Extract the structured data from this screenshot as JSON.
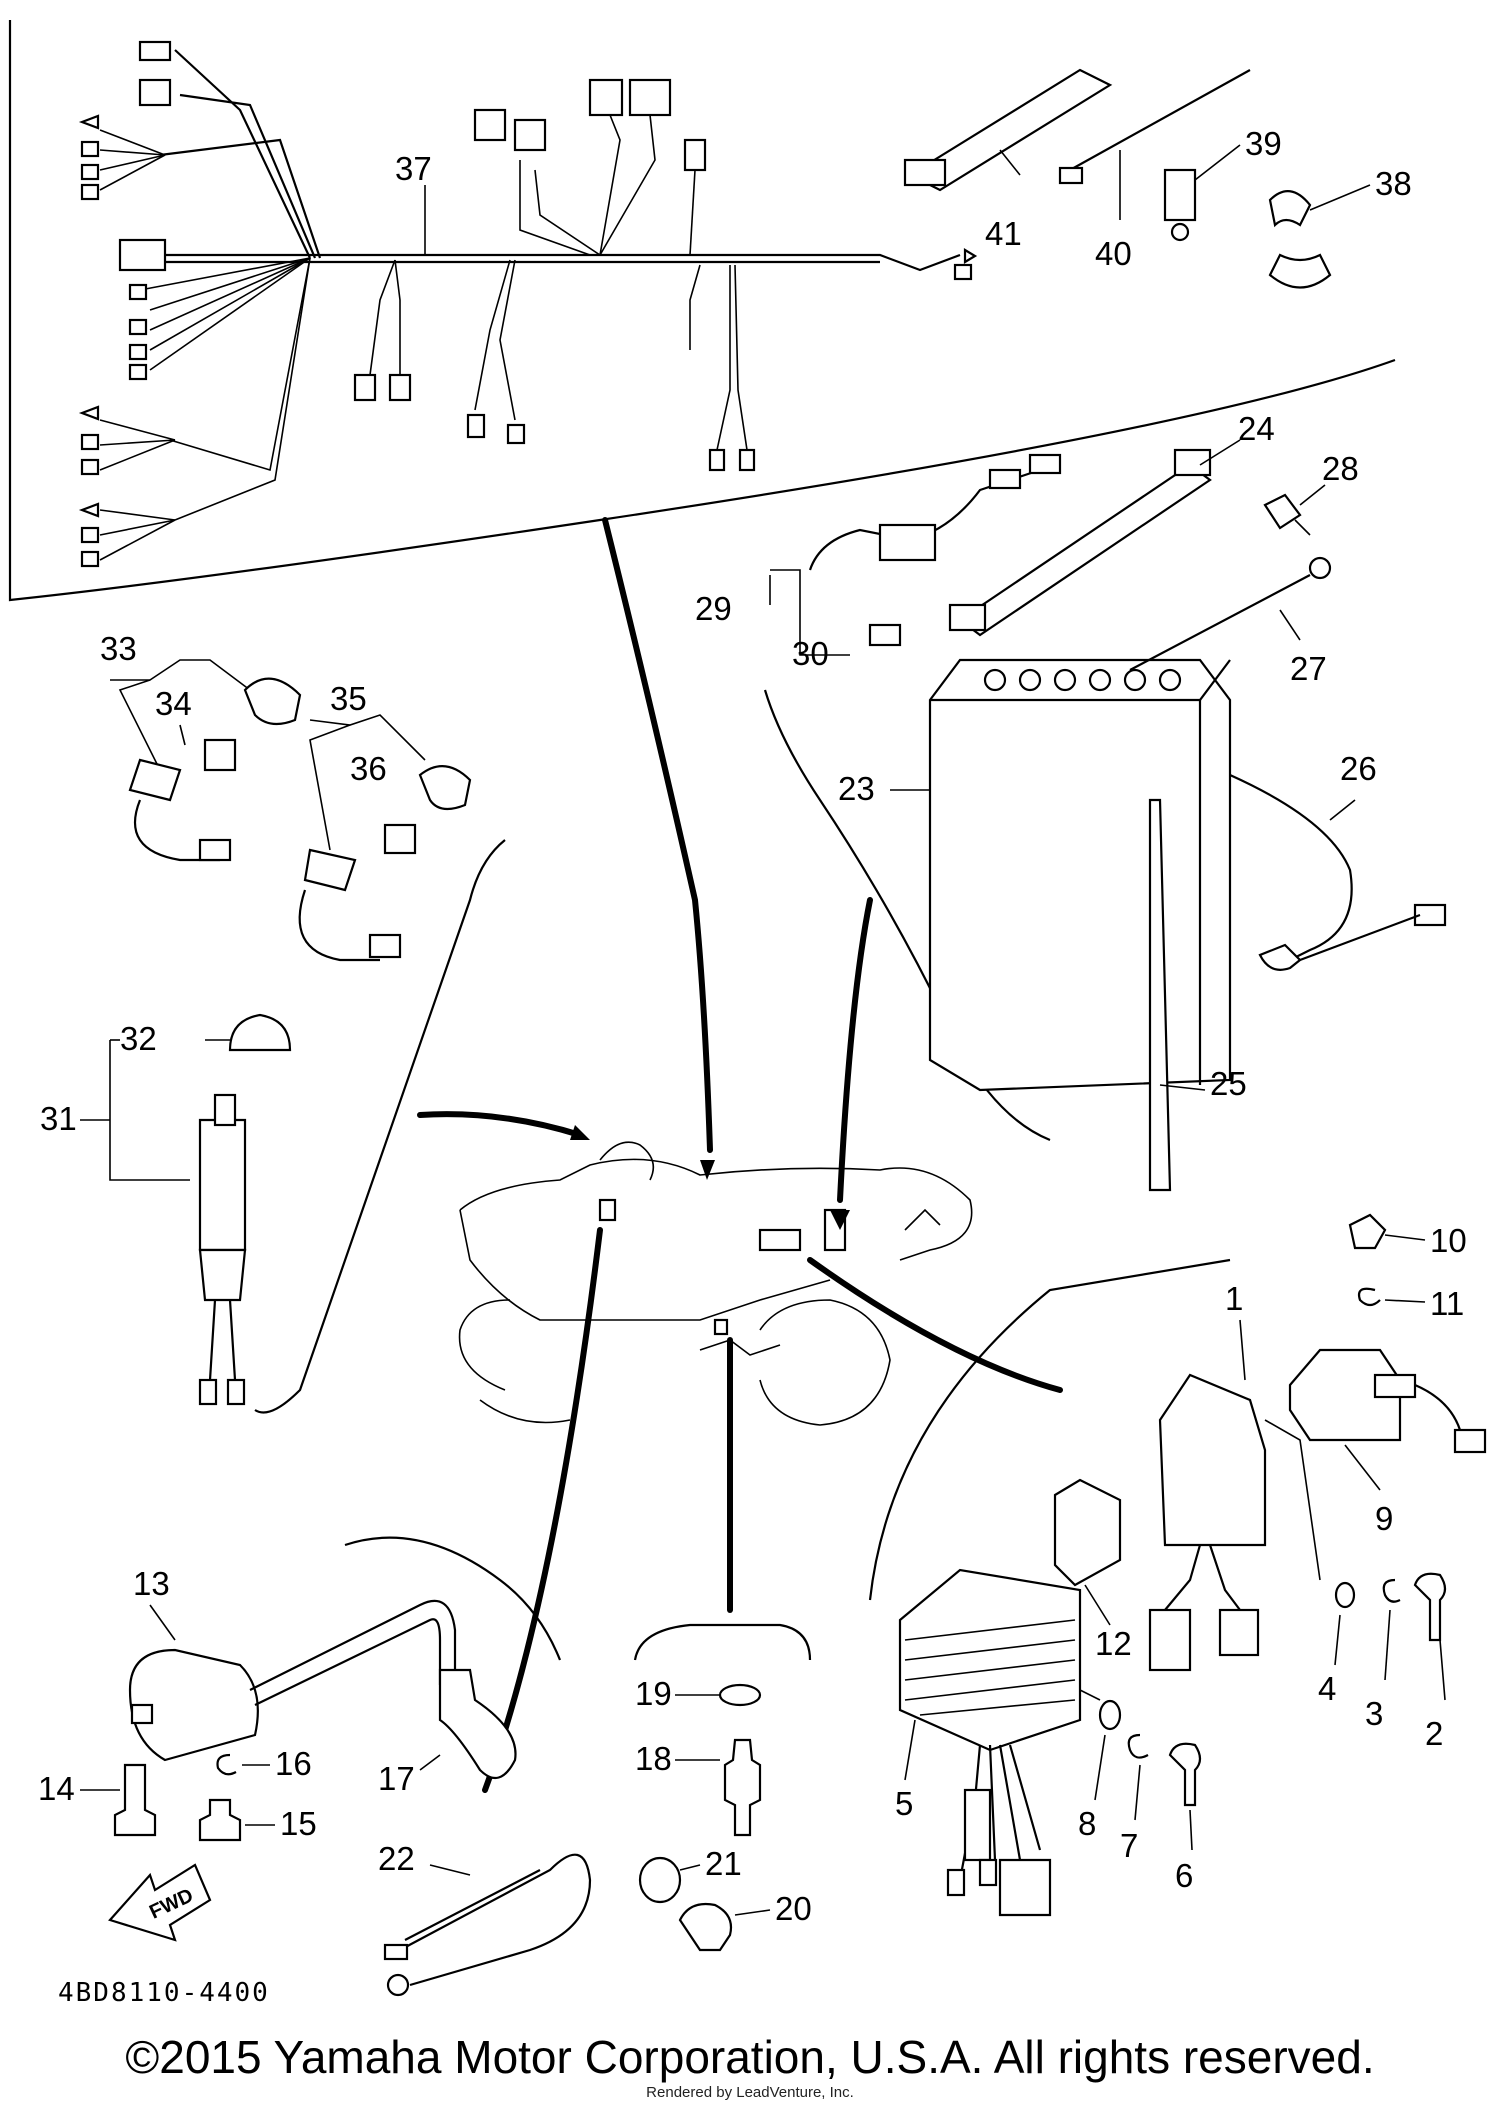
{
  "diagram": {
    "drawing_number": "4BD8110-4400",
    "copyright": "©2015 Yamaha Motor Corporation, U.S.A. All rights reserved.",
    "rendered_by": "Rendered by LeadVenture, Inc.",
    "fwd_label": "FWD",
    "callouts": [
      "1",
      "2",
      "3",
      "4",
      "5",
      "6",
      "7",
      "8",
      "9",
      "10",
      "11",
      "12",
      "13",
      "14",
      "15",
      "16",
      "17",
      "18",
      "19",
      "20",
      "21",
      "22",
      "23",
      "24",
      "25",
      "26",
      "27",
      "28",
      "29",
      "30",
      "31",
      "32",
      "33",
      "34",
      "35",
      "36",
      "37",
      "38",
      "39",
      "40",
      "41"
    ]
  }
}
